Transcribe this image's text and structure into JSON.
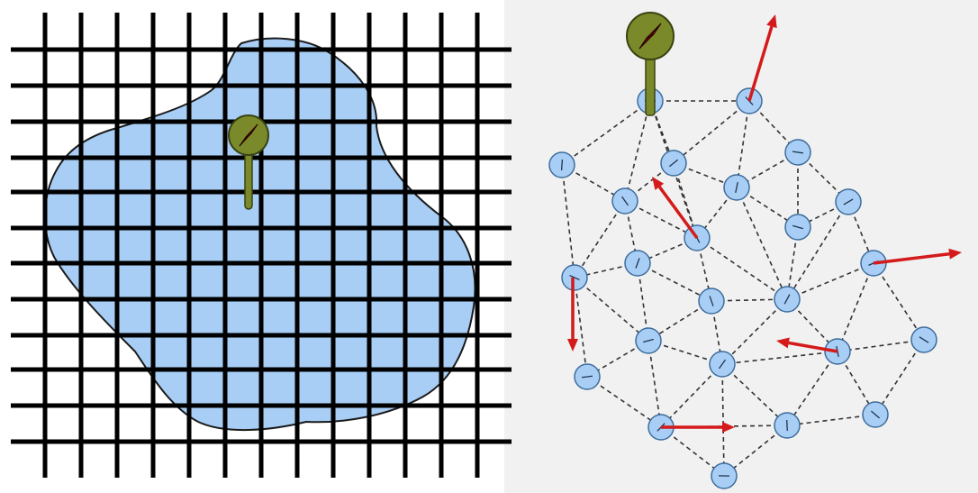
{
  "colors": {
    "background": "#ffffff",
    "right_background": "#f1f1f1",
    "grid_line": "#000000",
    "blob_fill": "#a9cef5",
    "blob_stroke": "#1a1a1a",
    "node_fill": "#a9cef5",
    "node_stroke": "#3d6d9c",
    "edge": "#333333",
    "arrow": "#d41a1a",
    "compass_body": "#7a8a2a",
    "compass_needle": "#e01818"
  },
  "left_panel": {
    "icon": "compass-probe-icon",
    "mesh": "regular-grid"
  },
  "right_panel": {
    "icon": "compass-probe-icon",
    "mesh": "unstructured-graph",
    "node_count": 24,
    "arrow_count": 6
  }
}
